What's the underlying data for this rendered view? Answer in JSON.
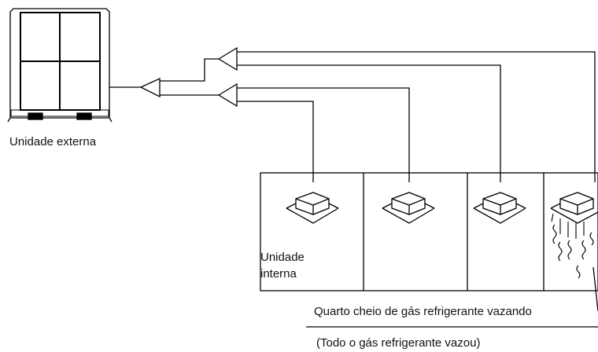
{
  "labels": {
    "outdoor_unit": "Unidade externa",
    "indoor_unit_line1": "Unidade",
    "indoor_unit_line2": "interna",
    "room_caption": "Quarto cheio de gás refrigerante vazando",
    "room_caption_sub": "(Todo o gás refrigerante vazou)"
  },
  "colors": {
    "line": "#000000",
    "background": "#ffffff"
  },
  "icons": [
    "outdoor-unit-icon",
    "branch-joint-icon",
    "cassette-unit-icon",
    "gas-leak-icon"
  ]
}
